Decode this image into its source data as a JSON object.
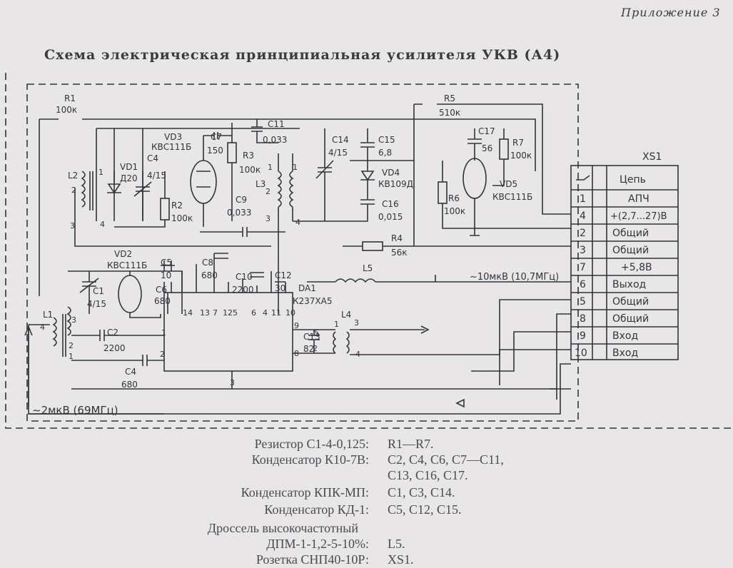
{
  "header": {
    "appendix": "Приложение 3",
    "title": "Схема электрическая принципиальная усилителя УКВ (А4)"
  },
  "components": {
    "R1": {
      "ref": "R1",
      "value": "100к"
    },
    "R2": {
      "ref": "R2",
      "value": "100к"
    },
    "R3": {
      "ref": "R3",
      "value": "100к"
    },
    "R4": {
      "ref": "R4",
      "value": "56к"
    },
    "R5": {
      "ref": "R5",
      "value": "510к"
    },
    "R6": {
      "ref": "R6",
      "value": "100к"
    },
    "R7": {
      "ref": "R7",
      "value": "100к"
    },
    "C1": {
      "ref": "C1",
      "value": "4/15"
    },
    "C2": {
      "ref": "C2",
      "value": "2200"
    },
    "C4a": {
      "ref": "C4",
      "value": "4/15"
    },
    "C4b": {
      "ref": "C4",
      "value": "680"
    },
    "C5": {
      "ref": "C5",
      "value": "10"
    },
    "C6": {
      "ref": "C6",
      "value": "680"
    },
    "C7": {
      "ref": "C7",
      "value": "150"
    },
    "C8": {
      "ref": "C8",
      "value": "680"
    },
    "C9": {
      "ref": "C9",
      "value": "0,033"
    },
    "C10": {
      "ref": "C10",
      "value": "2200"
    },
    "C11": {
      "ref": "C11",
      "value": "0,033"
    },
    "C12": {
      "ref": "C12",
      "value": "30"
    },
    "C13": {
      "ref": "C13",
      "value": "82"
    },
    "C14": {
      "ref": "C14",
      "value": "4/15"
    },
    "C15": {
      "ref": "C15",
      "value": "6,8"
    },
    "C16": {
      "ref": "C16",
      "value": "0,015"
    },
    "C17": {
      "ref": "C17",
      "value": "56"
    },
    "VD1": {
      "ref": "VD1",
      "value": "Д20"
    },
    "VD2": {
      "ref": "VD2",
      "value": "КВС111Б"
    },
    "VD3": {
      "ref": "VD3",
      "value": "КВС111Б"
    },
    "VD4": {
      "ref": "VD4",
      "value": "КВ109Д"
    },
    "VD5": {
      "ref": "VD5",
      "value": "КВС111Б"
    },
    "DA1": {
      "ref": "DA1",
      "value": "К237ХА5"
    },
    "L1": {
      "ref": "L1"
    },
    "L2": {
      "ref": "L2"
    },
    "L3": {
      "ref": "L3"
    },
    "L4": {
      "ref": "L4"
    },
    "L5": {
      "ref": "L5"
    }
  },
  "signals": {
    "input": "~2мкВ (69МГц)",
    "output": "~10мкВ (10,7МГц)"
  },
  "connector": {
    "ref": "XS1",
    "header_label": "Цепь",
    "pins": [
      {
        "pin": "1",
        "name": "АПЧ"
      },
      {
        "pin": "4",
        "name": "+(2,7...27)В"
      },
      {
        "pin": "2",
        "name": "Общий"
      },
      {
        "pin": "3",
        "name": "Общий"
      },
      {
        "pin": "7",
        "name": "+5,8В"
      },
      {
        "pin": "6",
        "name": "Выход"
      },
      {
        "pin": "5",
        "name": "Общий"
      },
      {
        "pin": "8",
        "name": "Общий"
      },
      {
        "pin": "9",
        "name": "Вход"
      },
      {
        "pin": "10",
        "name": "Вход"
      }
    ]
  },
  "parts_list": [
    {
      "label": "Резистор С1-4-0,125:",
      "value": "R1—R7."
    },
    {
      "label": "Конденсатор К10-7В:",
      "value": "С2, С4, С6, С7—С11,"
    },
    {
      "label": "",
      "value": "С13, С16, С17."
    },
    {
      "label": "Конденсатор КПК-МП:",
      "value": "С1, С3, С14."
    },
    {
      "label": "Конденсатор КД-1:",
      "value": "С5, С12, С15."
    },
    {
      "label": "Дроссель высокочастотный",
      "value": ""
    },
    {
      "label": "ДПМ-1-1,2-5-10%:",
      "value": "L5."
    },
    {
      "label": "Розетка СНП40-10Р:",
      "value": "XS1."
    }
  ]
}
